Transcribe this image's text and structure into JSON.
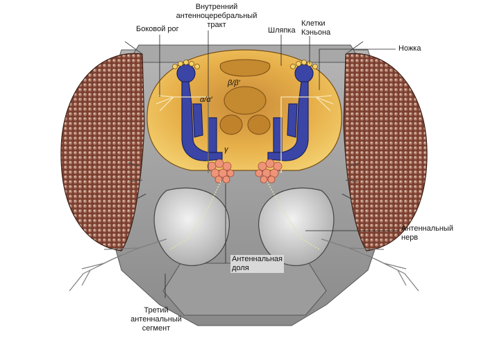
{
  "labels": {
    "inner_tract": [
      "Внутренний",
      "антенноцеребральный",
      "тракт"
    ],
    "lateral_horn": "Боковой рог",
    "calyx": "Шляпка",
    "kenyon_cells": [
      "Клетки",
      "Кэньона"
    ],
    "peduncle": "Ножка",
    "antennal_nerve": [
      "Антеннальный",
      "нерв"
    ],
    "antennal_lobe": [
      "Антеннальная",
      "доля"
    ],
    "third_segment": [
      "Третий",
      "антеннальный",
      "сегмент"
    ]
  },
  "lobe_labels": {
    "beta": "β/β′",
    "alpha": "α/α′",
    "gamma": "γ"
  },
  "colors": {
    "eye_brown": "#8a4a3a",
    "eye_facet_light": "#c9b8b0",
    "head_gray": "#9a9a9a",
    "brain_gold": "#e9b44a",
    "brain_orange": "#c9822e",
    "mushroom_blue": "#3a45a6",
    "glomeruli_pink": "#e98a72",
    "antenna_gray": "#8c8c8c"
  }
}
